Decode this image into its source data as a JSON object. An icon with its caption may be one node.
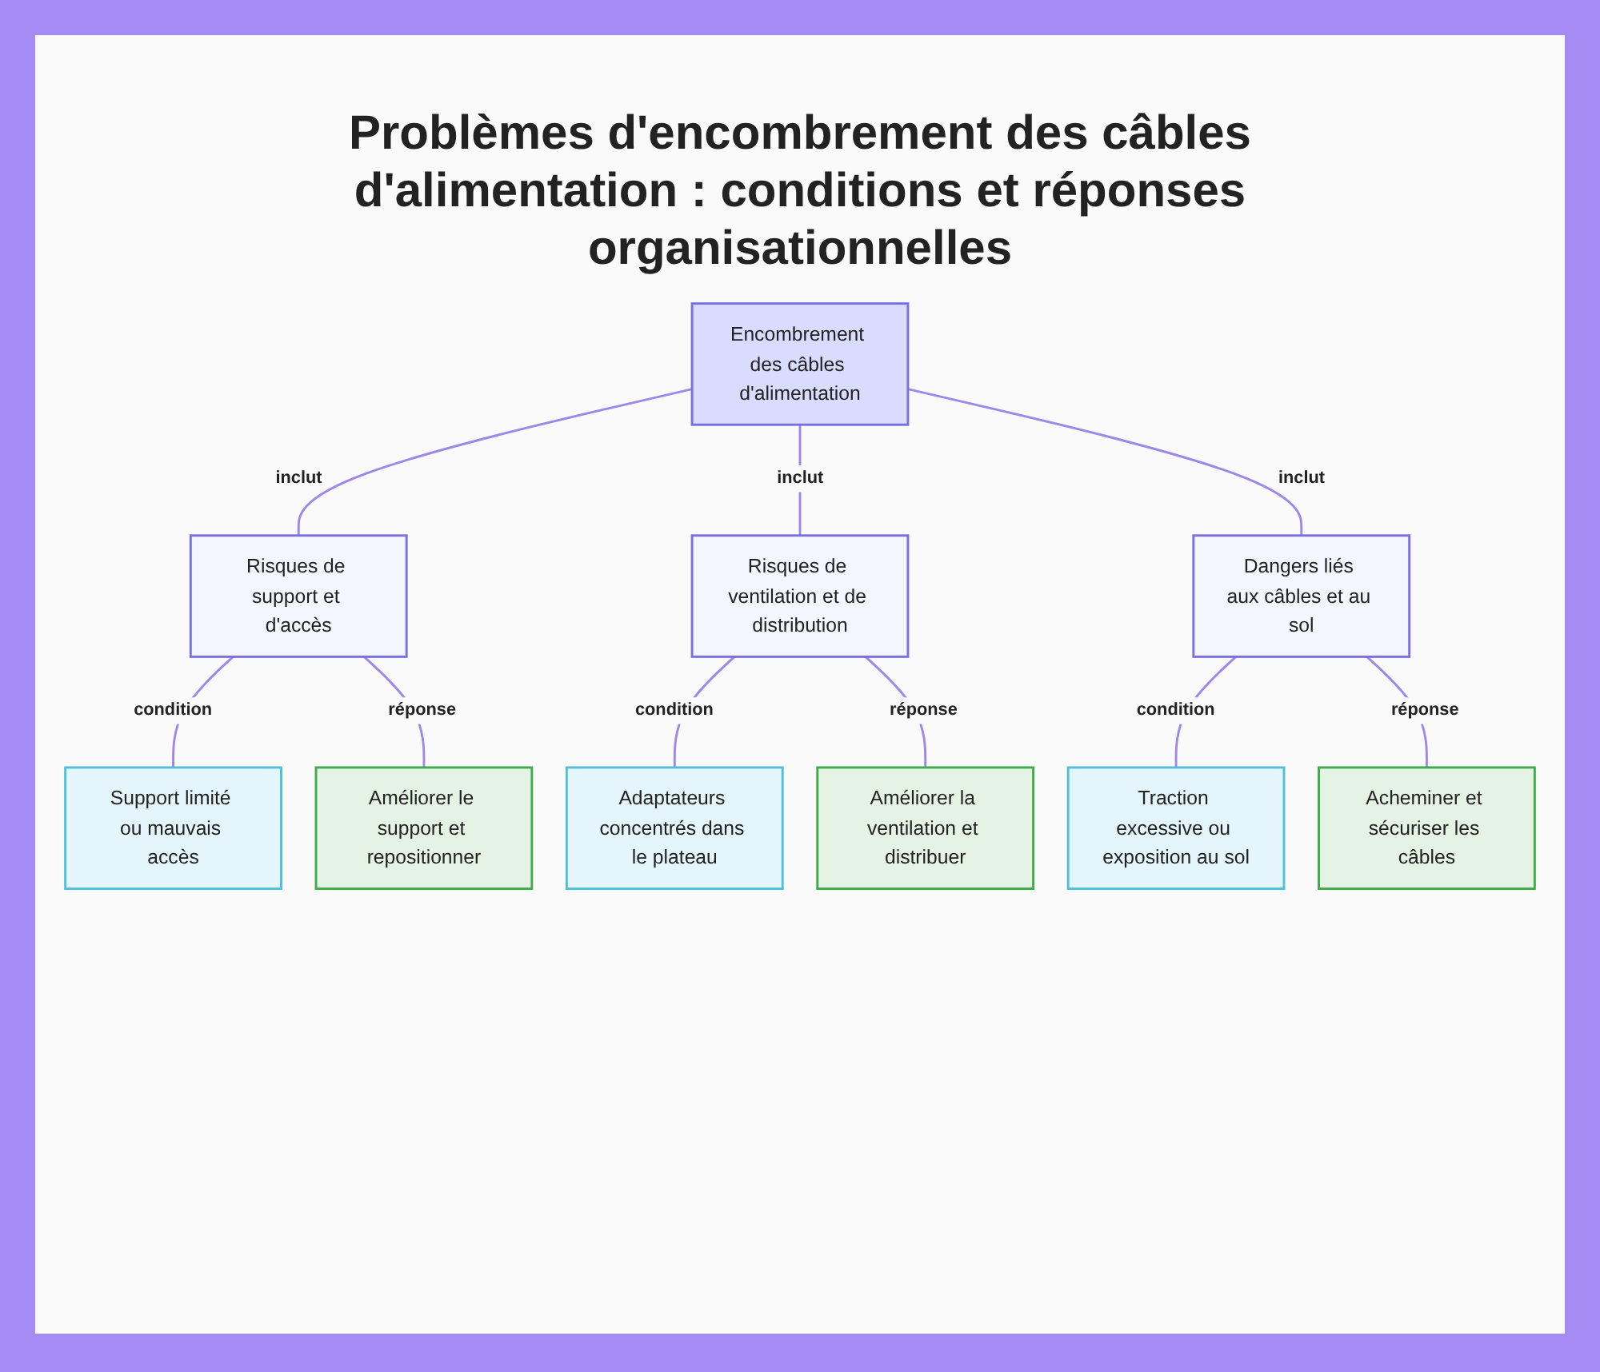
{
  "diagram": {
    "title": "Problèmes d'encombrement des câbles d'alimentation : conditions et réponses organisationnelles",
    "nodes": [
      {
        "text": [
          "Encombrement des câbles d'alimentation"
        ]
      },
      {
        "text": [
          "Risques de support et d'accès"
        ]
      },
      {
        "text": [
          "Risques de ventilation et de distribution"
        ]
      },
      {
        "text": [
          "Dangers liés aux câbles et au sol"
        ]
      },
      {
        "text": [
          "Support limité ou mauvais accès"
        ]
      },
      {
        "text": [
          "Améliorer le support et repositionner"
        ]
      },
      {
        "text": [
          "Adaptateurs concentrés dans le plateau"
        ]
      },
      {
        "text": [
          "Améliorer la ventilation et distribuer"
        ]
      },
      {
        "text": [
          "Traction excessive ou exposition au sol"
        ]
      },
      {
        "text": [
          "Acheminer et sécuriser les câbles"
        ]
      }
    ],
    "edges": [
      {
        "from": 0,
        "to": 1,
        "arrow": "none",
        "label": "inclut"
      },
      {
        "from": 0,
        "to": 2,
        "arrow": "none",
        "label": "inclut"
      },
      {
        "from": 0,
        "to": 3,
        "arrow": "none",
        "label": "inclut"
      },
      {
        "from": 1,
        "to": 4,
        "arrow": "none",
        "label": "condition"
      },
      {
        "from": 1,
        "to": 5,
        "arrow": "none",
        "label": "réponse"
      },
      {
        "from": 2,
        "to": 6,
        "arrow": "none",
        "label": "condition"
      },
      {
        "from": 2,
        "to": 7,
        "arrow": "none",
        "label": "réponse"
      },
      {
        "from": 3,
        "to": 8,
        "arrow": "none",
        "label": "condition"
      },
      {
        "from": 3,
        "to": 9,
        "arrow": "none",
        "label": "réponse"
      }
    ]
  }
}
